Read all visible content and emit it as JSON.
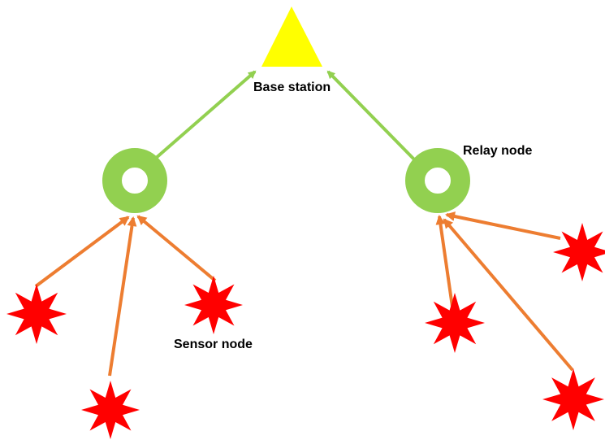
{
  "labels": {
    "base_station": "Base station",
    "relay_node": "Relay node",
    "sensor_node": "Sensor node"
  },
  "colors": {
    "base_station_fill": "#ffff00",
    "relay_fill": "#92d050",
    "relay_to_base_arrow": "#92d050",
    "sensor_to_relay_arrow": "#ed7d31",
    "sensor_fill": "#ff0000"
  },
  "nodes": {
    "base_station": {
      "shape": "triangle"
    },
    "relay_nodes": [
      {
        "id": "relay-left",
        "shape": "ring"
      },
      {
        "id": "relay-right",
        "shape": "ring"
      }
    ],
    "sensor_nodes": [
      {
        "id": "sensor-1",
        "shape": "star",
        "relay": "relay-left"
      },
      {
        "id": "sensor-2",
        "shape": "star",
        "relay": "relay-left"
      },
      {
        "id": "sensor-3",
        "shape": "star",
        "relay": "relay-left"
      },
      {
        "id": "sensor-4",
        "shape": "star",
        "relay": "relay-right"
      },
      {
        "id": "sensor-5",
        "shape": "star",
        "relay": "relay-right"
      },
      {
        "id": "sensor-6",
        "shape": "star",
        "relay": "relay-right"
      }
    ]
  }
}
